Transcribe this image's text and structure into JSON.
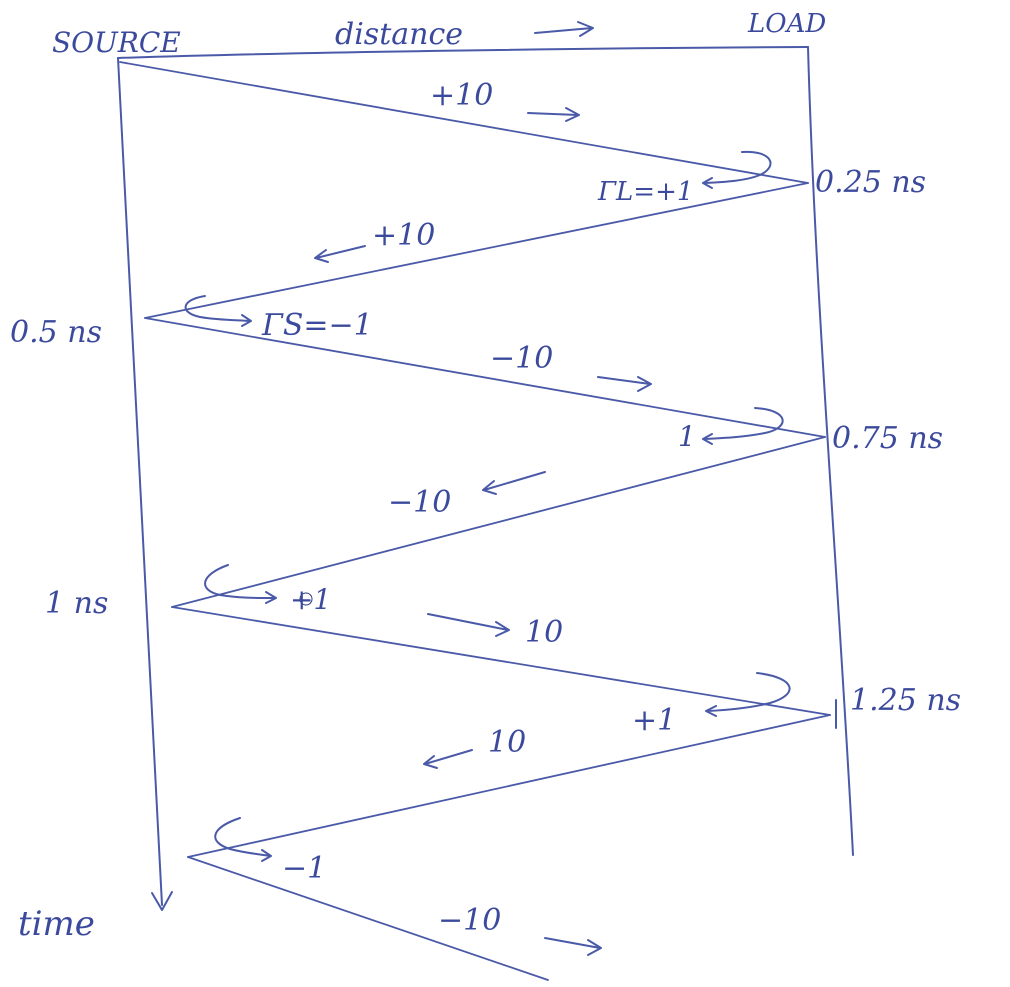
{
  "header": {
    "source": "SOURCE",
    "distance": "distance",
    "load": "LOAD"
  },
  "axis": {
    "time": "time"
  },
  "times": {
    "t1": "0.25 ns",
    "t2": "0.5 ns",
    "t3": "0.75 ns",
    "t4": "1 ns",
    "t5": "1.25 ns"
  },
  "waves": {
    "w1": "+10",
    "w2": "+10",
    "w3": "−10",
    "w4": "−10",
    "w5": "10",
    "w6": "10",
    "w7": "−10"
  },
  "reflections": {
    "gamma_load": "ΓL=+1",
    "gamma_source": "ΓS=−1",
    "r3": "1",
    "r4": "+1",
    "r5": "+1",
    "r6": "−1"
  },
  "colors": {
    "ink": "#4a5aa8"
  }
}
